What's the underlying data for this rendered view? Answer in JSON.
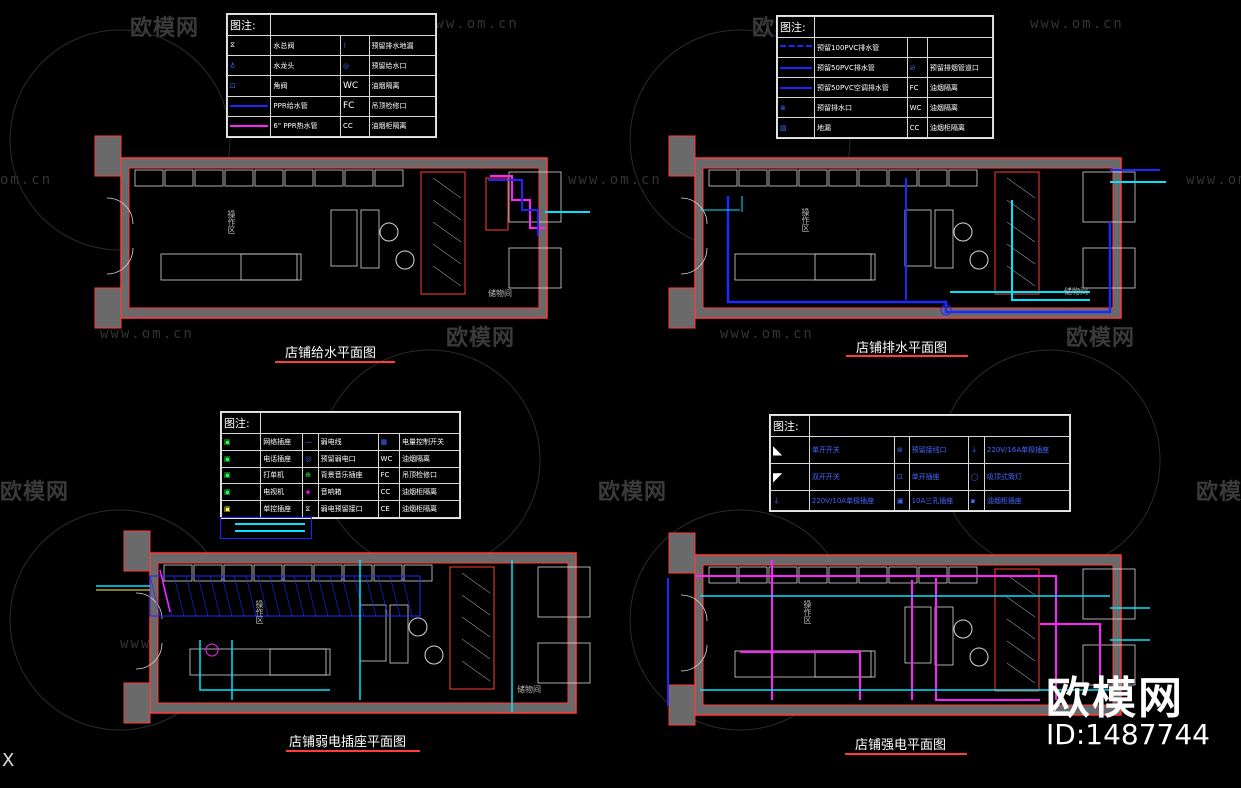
{
  "watermarks": {
    "brand": "欧模网",
    "url": "www.om.cn",
    "url_short": "om.cn"
  },
  "branding": {
    "name": "欧模网",
    "id": "ID:1487744"
  },
  "corner_mark": "X",
  "colors": {
    "wall": "#6a6a6a",
    "wall_outline": "#ff3b3b",
    "supply_pipe": "#2222ff",
    "hot_pipe": "#ff22ff",
    "drain": "#1a2bff",
    "cyan": "#00e5ff",
    "furniture": "#d8d8d8",
    "title_underline": "#ff3b3b"
  },
  "plans": [
    {
      "id": "water-supply",
      "title": "店铺给水平面图",
      "rooms": [
        "操作区",
        "储物间"
      ],
      "legend": {
        "header": "图注:",
        "rows": [
          [
            "水总阀",
            "预留排水地漏"
          ],
          [
            "水龙头",
            "预留给水口"
          ],
          [
            "角阀",
            "WC",
            "油烟隔离"
          ],
          [
            "PPR给水管",
            "FC",
            "吊顶检修口"
          ],
          [
            "6\" PPR热水管",
            "CC",
            "油烟柜隔离"
          ]
        ]
      }
    },
    {
      "id": "drainage",
      "title": "店铺排水平面图",
      "rooms": [
        "操作区",
        "储物间"
      ],
      "legend": {
        "header": "图注:",
        "rows": [
          [
            "预留100PVC排水管",
            ""
          ],
          [
            "预留50PVC排水管",
            "预留排烟管道口"
          ],
          [
            "预留50PVC空调排水管",
            "FC",
            "油烟隔离"
          ],
          [
            "预留排水口",
            "WC",
            "油烟隔离"
          ],
          [
            "地漏",
            "CC",
            "油烟柜隔离"
          ]
        ]
      }
    },
    {
      "id": "low-voltage",
      "title": "店铺弱电插座平面图",
      "rooms": [
        "操作区",
        "储物间"
      ],
      "legend": {
        "header": "图注:",
        "rows": [
          [
            "网络插座",
            "弱电线",
            "电量控制开关"
          ],
          [
            "电话插座",
            "预留弱电口",
            "WC",
            "油烟隔离"
          ],
          [
            "打单机",
            "背景音乐插座",
            "FC",
            "吊顶检修口"
          ],
          [
            "电视机",
            "音响箱",
            "CC",
            "油烟柜隔离"
          ],
          [
            "单控插座",
            "弱电预留接口",
            "CE",
            "油烟柜隔离"
          ]
        ]
      }
    },
    {
      "id": "high-voltage",
      "title": "店铺强电平面图",
      "rooms": [
        "操作区"
      ],
      "legend": {
        "header": "图注:",
        "rows": [
          [
            "单开开关",
            "预留接线口",
            "220V/16A单极插座"
          ],
          [
            "双开开关",
            "单开插座",
            "吸顶式筒灯"
          ],
          [
            "220V/10A单极插座",
            "10A三孔插座",
            "油烟柜插座"
          ]
        ]
      }
    }
  ]
}
